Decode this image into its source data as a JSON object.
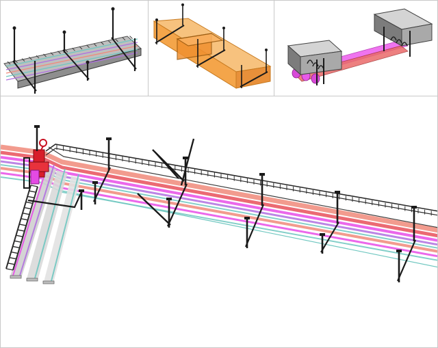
{
  "colors": {
    "background": "#ffffff",
    "panel_border": "#c8c8c8",
    "support_steel": "#1a1a1a",
    "tray_gray": "#9a9a9a",
    "tray_edge": "#3a3a3a",
    "duct_orange": "#f7b15e",
    "duct_orange_dark": "#e08a1e",
    "pipe_magenta": "#e84de8",
    "pipe_red": "#e8505a",
    "pipe_salmon": "#f08a7a",
    "pipe_teal": "#6fc7c0",
    "pipe_purple": "#b070e0",
    "valve_red": "#d81e2a",
    "block_gray": "#a8a8a8",
    "block_top": "#d0d0d0"
  },
  "panels": [
    {
      "id": "cable-tray-with-trapeze-hangers",
      "icon": "cable-tray-icon"
    },
    {
      "id": "orange-ductwork-with-hangers",
      "icon": "duct-icon"
    },
    {
      "id": "magenta-pipe-between-concrete-blocks",
      "icon": "pipe-icon"
    },
    {
      "id": "pipe-rack-with-catwalk-and-valve",
      "icon": "pipe-rack-icon"
    }
  ]
}
